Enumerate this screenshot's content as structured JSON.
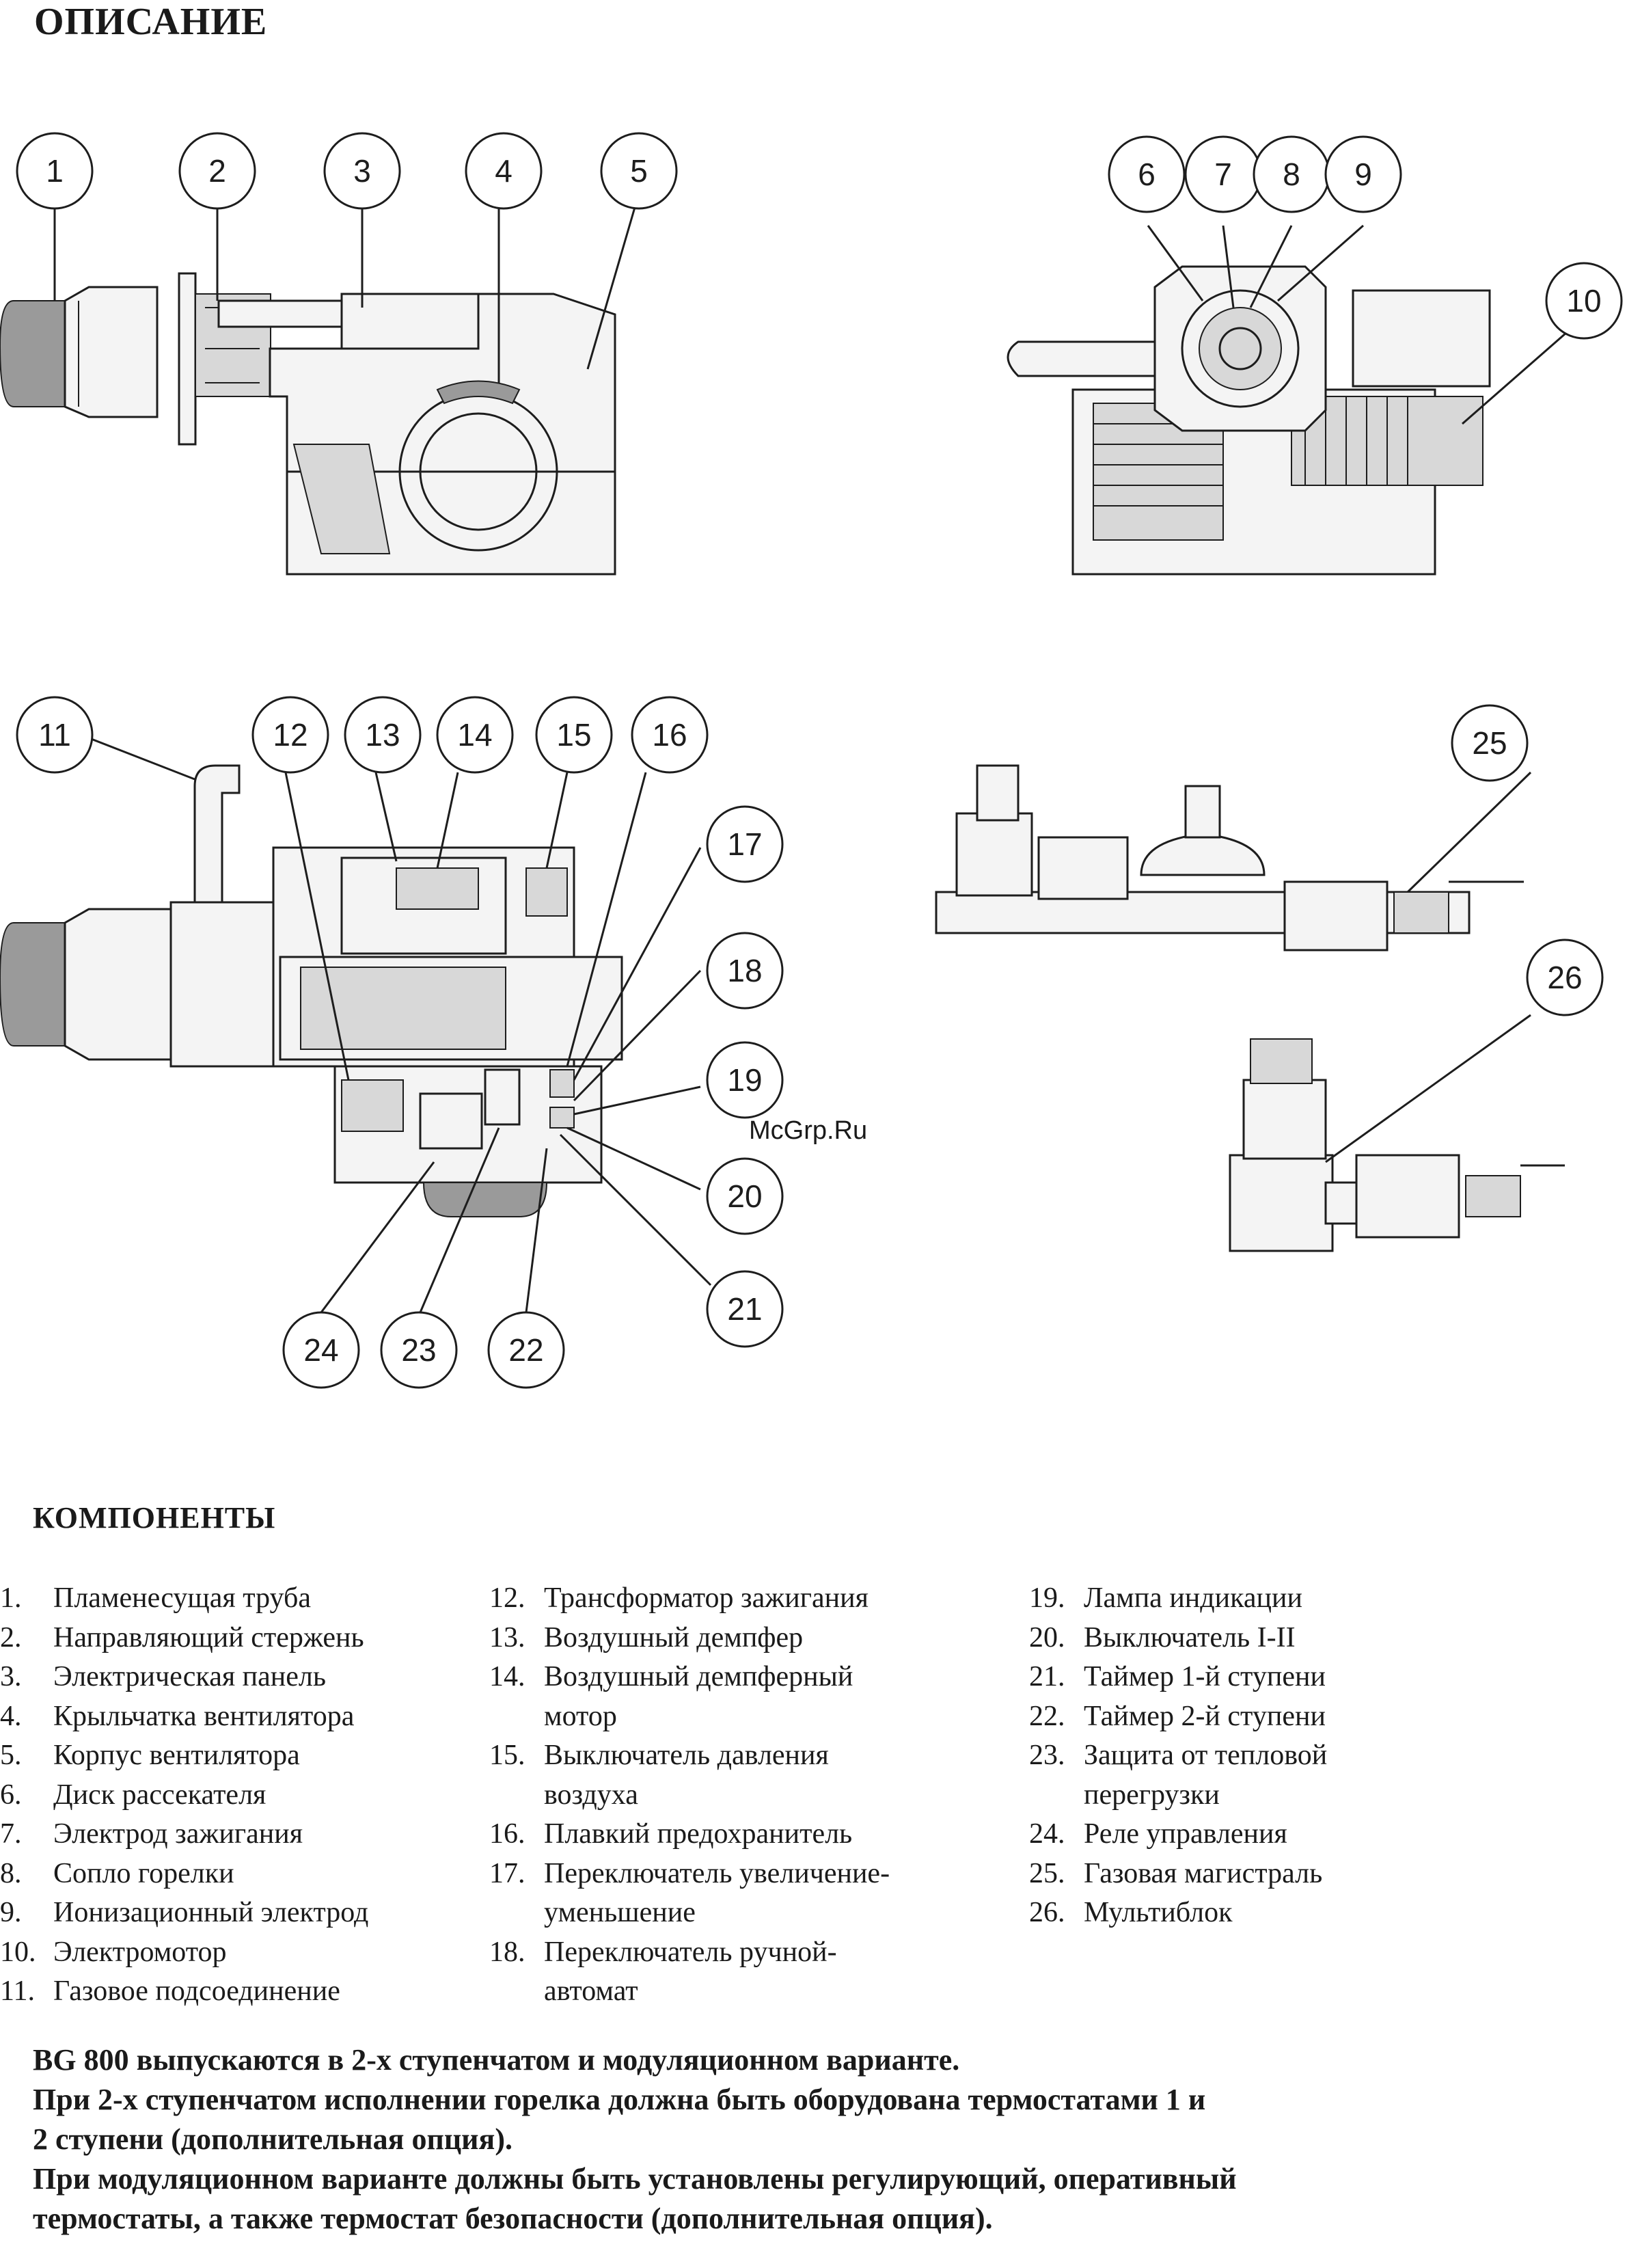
{
  "page": {
    "title": "ОПИСАНИЕ"
  },
  "diagram": {
    "callouts": [
      "1",
      "2",
      "3",
      "4",
      "5",
      "6",
      "7",
      "8",
      "9",
      "10",
      "11",
      "12",
      "13",
      "14",
      "15",
      "16",
      "17",
      "18",
      "19",
      "20",
      "21",
      "22",
      "23",
      "24",
      "25",
      "26"
    ]
  },
  "watermark": "McGrp.Ru",
  "components": {
    "heading": "КОМПОНЕНТЫ",
    "col1": [
      {
        "num": "1.",
        "label": "Пламенесущая  труба"
      },
      {
        "num": "2.",
        "label": "Направляющий стержень"
      },
      {
        "num": "3.",
        "label": "Электрическая панель"
      },
      {
        "num": "4.",
        "label": "Крыльчатка вентилятора"
      },
      {
        "num": "5.",
        "label": "Корпус вентилятора"
      },
      {
        "num": "6.",
        "label": "Диск рассекателя"
      },
      {
        "num": "7.",
        "label": "Электрод зажигания"
      },
      {
        "num": "8.",
        "label": "Сопло горелки"
      },
      {
        "num": "9.",
        "label": "Ионизационный электрод"
      },
      {
        "num": "10.",
        "label": "Электромотор"
      },
      {
        "num": "11.",
        "label": "Газовое подсоединение"
      }
    ],
    "col2": [
      {
        "num": "12.",
        "label": "Трансформатор зажигания"
      },
      {
        "num": "13.",
        "label": "Воздушный демпфер"
      },
      {
        "num": "14.",
        "label": "Воздушный демпферный"
      },
      {
        "num": "",
        "label": "мотор"
      },
      {
        "num": "15.",
        "label": "Выключатель давления"
      },
      {
        "num": "",
        "label": "воздуха"
      },
      {
        "num": "16.",
        "label": "Плавкий предохранитель"
      },
      {
        "num": "17.",
        "label": "Переключатель увеличение-"
      },
      {
        "num": "",
        "label": "уменьшение"
      },
      {
        "num": "18.",
        "label": "Переключатель ручной-"
      },
      {
        "num": "",
        "label": "автомат"
      }
    ],
    "col3": [
      {
        "num": "19.",
        "label": "Лампа индикации"
      },
      {
        "num": "20.",
        "label": "Выключатель I-II"
      },
      {
        "num": "21.",
        "label": "Таймер 1-й ступени"
      },
      {
        "num": "22.",
        "label": "Таймер 2-й ступени"
      },
      {
        "num": "23.",
        "label": "Защита от тепловой"
      },
      {
        "num": "",
        "label": "перегрузки"
      },
      {
        "num": "24.",
        "label": "Реле управления"
      },
      {
        "num": "25.",
        "label": "Газовая магистраль"
      },
      {
        "num": "26.",
        "label": "Мультиблок"
      }
    ]
  },
  "notes": [
    "BG 800 выпускаются в 2-х ступенчатом и модуляционном варианте.",
    "При 2-х ступенчатом исполнении горелка должна быть оборудована термостатами 1 и",
    "2 ступени (дополнительная опция).",
    "При модуляционном варианте должны быть установлены регулирующий, оперативный",
    "термостаты, а также  термостат безопасности (дополнительная опция)."
  ]
}
